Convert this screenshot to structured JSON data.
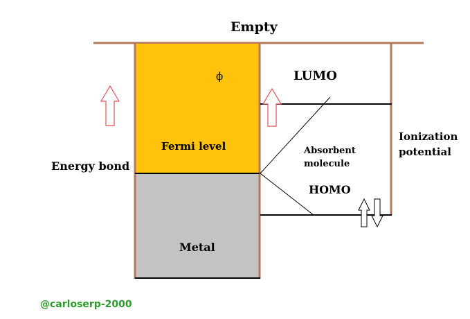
{
  "labels": {
    "top": "Empty",
    "work_function_symbol": "ϕ",
    "lumo": "LUMO",
    "fermi_level": "Fermi level",
    "ionization_line1": "Ionization",
    "ionization_line2": "potential",
    "absorbent_line1": "Absorbent",
    "absorbent_line2": "molecule",
    "energy_bond": "Energy bond",
    "homo": "HOMO",
    "metal": "Metal",
    "credit": "@carloserp-2000"
  },
  "colors": {
    "band_outline": "#b5785a",
    "fermi_fill": "#ffc30d",
    "metal_fill": "#c3c3c3",
    "energy_arrow": "#e05555",
    "credit_text": "#2d9a2d",
    "level_line": "#000000"
  }
}
